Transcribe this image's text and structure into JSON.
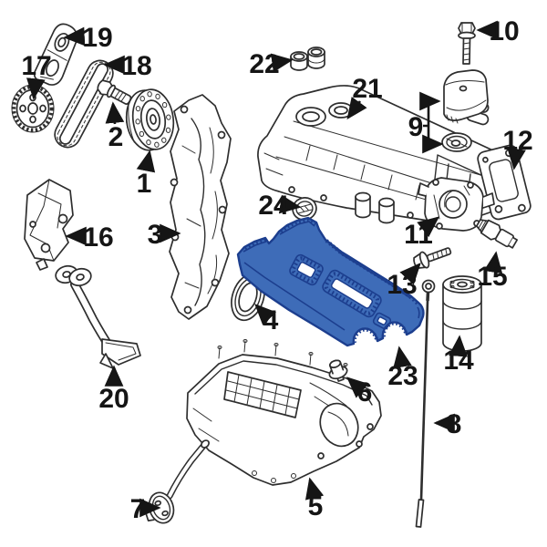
{
  "diagram": {
    "type": "engine-exploded-parts-diagram",
    "background": "#ffffff",
    "line_color": "#2e2e2e",
    "label_color": "#151515",
    "highlight": {
      "part": "23",
      "fill": "#3e6cb8",
      "stroke": "#1c3e8e"
    },
    "callouts": [
      {
        "label": "1"
      },
      {
        "label": "2"
      },
      {
        "label": "3"
      },
      {
        "label": "4"
      },
      {
        "label": "5"
      },
      {
        "label": "6"
      },
      {
        "label": "7"
      },
      {
        "label": "8"
      },
      {
        "label": "9"
      },
      {
        "label": "10"
      },
      {
        "label": "11"
      },
      {
        "label": "12"
      },
      {
        "label": "13"
      },
      {
        "label": "14"
      },
      {
        "label": "15"
      },
      {
        "label": "16"
      },
      {
        "label": "17"
      },
      {
        "label": "18"
      },
      {
        "label": "19"
      },
      {
        "label": "20"
      },
      {
        "label": "21"
      },
      {
        "label": "22"
      },
      {
        "label": "23"
      },
      {
        "label": "24"
      }
    ]
  }
}
